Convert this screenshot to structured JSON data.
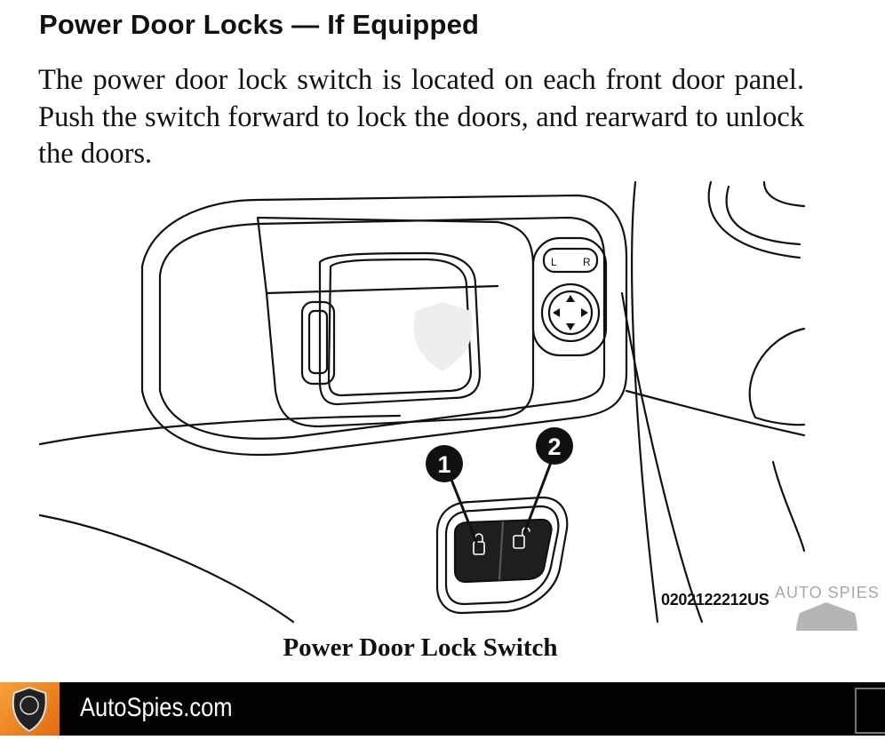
{
  "heading": "Power Door Locks — If Equipped",
  "paragraph": "The power door lock switch is located on each front door panel. Push the switch forward to lock the doors, and rearward to unlock the doors.",
  "figure": {
    "callouts": [
      "1",
      "2"
    ],
    "mirror_labels": [
      "L",
      "R"
    ],
    "code": "0202122212US",
    "caption": "Power Door Lock Switch"
  },
  "watermark": {
    "text": "AUTO SPIES",
    "faint_text": "AUTO SPIES"
  },
  "footer": {
    "site": "AutoSpies.com",
    "bg_color": "#050202",
    "accent": "#f08a20"
  }
}
